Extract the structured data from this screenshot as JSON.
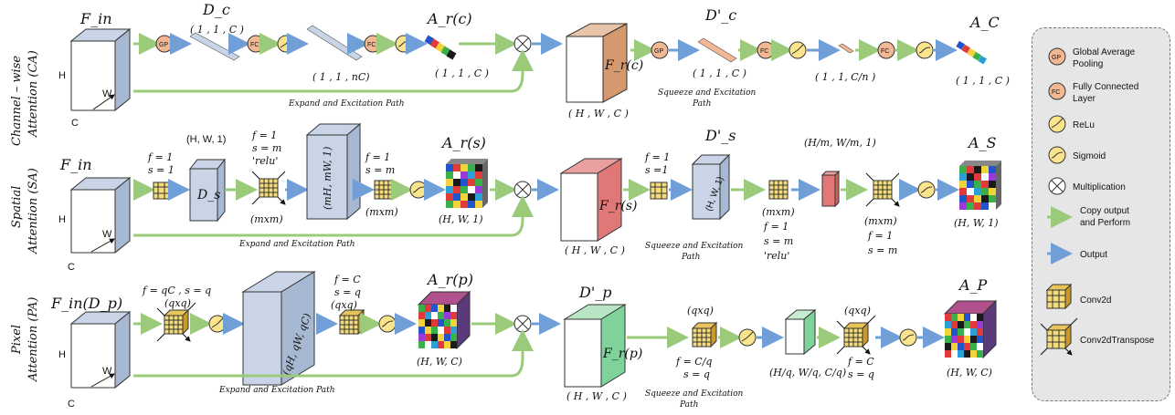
{
  "rows": {
    "ca": {
      "side_label_1": "Channel – wise",
      "side_label_2": "Attention (CA)",
      "input": "F_in",
      "dim_h": "H",
      "dim_w": "W",
      "dim_c": "C",
      "dc_label": "D_c",
      "dc_dims": "( 1 , 1 , C )",
      "nc_dims": "( 1 , 1 , nC)",
      "ar_label": "A_r(c)",
      "ar_dims": "( 1 , 1 , C )",
      "fr_label": "F_r(c)",
      "fr_dims": "( H , W , C )",
      "dprime_label": "D'_c",
      "sq_dims1": "( 1 , 1 , C )",
      "sq_dims2": "( 1 , 1, C/n )",
      "out_label": "A_C",
      "out_dims": "( 1 , 1 , C )",
      "path1": "Expand and Excitation Path",
      "path2a": "Squeeze and Excitation",
      "path2b": "Path"
    },
    "sa": {
      "side_label_1": "Spatial",
      "side_label_2": "Attention (SA)",
      "input": "F_in",
      "dim_h": "H",
      "dim_w": "W",
      "dim_c": "C",
      "conv1_f": "f = 1",
      "conv1_s": "s = 1",
      "ds_top": "(H, W, 1)",
      "ds_label": "D_s",
      "tconv_f": "f = 1",
      "tconv_s": "s = m",
      "tconv_act": "'relu'",
      "tconv_k": "(mxm)",
      "big_label": "(mH, mW, 1)",
      "conv2_f": "f = 1",
      "conv2_s": "s = m",
      "conv2_k": "(mxm)",
      "ar_label": "A_r(s)",
      "ar_dims": "(H, W, 1)",
      "fr_label": "F_r(s)",
      "fr_dims": "( H , W , C )",
      "conv3_f": "f = 1",
      "conv3_s": "s =1",
      "dprime_label": "D'_s",
      "dprime_box": "(H, W, 1)",
      "mid_k": "(mxm)",
      "mid_f": "f = 1",
      "mid_s": "s = m",
      "mid_act": "'relu'",
      "mid_dims": "(H/m, W/m, 1)",
      "t2_k": "(mxm)",
      "t2_f": "f = 1",
      "t2_s": "s = m",
      "out_label": "A_S",
      "out_dims": "(H, W, 1)",
      "path1": "Expand and Excitation Path",
      "path2a": "Squeeze and Excitation",
      "path2b": "Path"
    },
    "pa": {
      "side_label_1": "Pixel",
      "side_label_2": "Attention (PA)",
      "input": "F_in(D_p)",
      "dim_h": "H",
      "dim_w": "W",
      "dim_c": "C",
      "tconv_f": "f = qC , s = q",
      "tconv_k": "(qxq)",
      "big_label": "(qH, qW, qC)",
      "conv_f": "f = C",
      "conv_s": "s = q",
      "conv_k": "(qxq)",
      "ar_label": "A_r(p)",
      "ar_dims": "(H, W, C)",
      "dprime_label": "D'_p",
      "fr_label": "F_r(p)",
      "fr_dims": "( H , W , C )",
      "c2_k": "(qxq)",
      "c2_f": "f = C/q",
      "c2_s": "s = q",
      "mid_dims": "(H/q, W/q, C/q)",
      "t2_k": "(qxq)",
      "t2_f": "f = C",
      "t2_s": "s = q",
      "out_label": "A_P",
      "out_dims": "(H, W, C)",
      "path1": "Expand and Excitation Path",
      "path2a": "Squeeze and Excitation",
      "path2b": "Path"
    }
  },
  "legend": {
    "gp_icon": "GP",
    "gp_label_1": "Global Average",
    "gp_label_2": "Pooling",
    "fc_icon": "FC",
    "fc_label_1": "Fully Connected",
    "fc_label_2": "Layer",
    "relu_label": "ReLu",
    "sigmoid_label": "Sigmoid",
    "mult_label": "Multiplication",
    "copy_label_1": "Copy output",
    "copy_label_2": "and Perform",
    "output_label": "Output",
    "conv_label": "Conv2d",
    "tconv_label": "Conv2dTranspose"
  },
  "colors": {
    "cube_front": "#ffffff",
    "cube_top": "#c9d4e6",
    "cube_side": "#a7b8d3",
    "green_arrow": "#9bcb7a",
    "blue_arrow": "#6f9fd6",
    "ca_fr": "#d49a6e",
    "sa_fr": "#e07878",
    "pa_fr": "#7fd29a",
    "gp_fc_fill": "#f2b894",
    "act_fill": "#fbe48c",
    "grid_fill": "#f4dc7a"
  }
}
